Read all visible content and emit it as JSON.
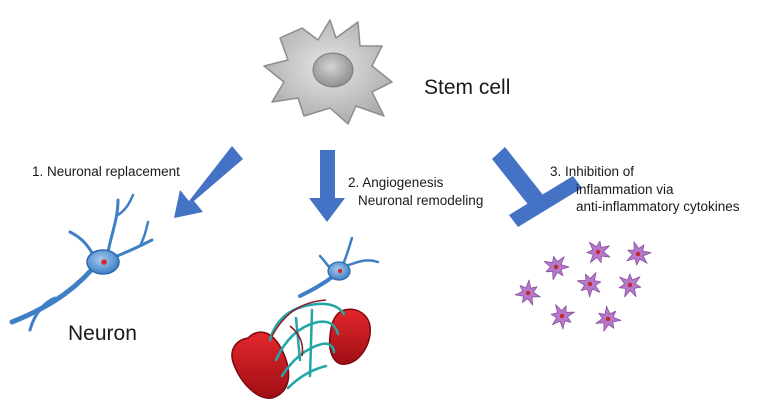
{
  "stem_cell": {
    "label": "Stem cell"
  },
  "pathways": [
    {
      "label": "1. Neuronal replacement"
    },
    {
      "label_line1": "2. Angiogenesis",
      "label_line2": "Neuronal remodeling"
    },
    {
      "label_line1": "3. Inhibition of",
      "label_line2": "inflammation via",
      "label_line3": "anti-inflammatory cytokines"
    }
  ],
  "neuron": {
    "label": "Neuron"
  },
  "colors": {
    "arrow": "#4472c4",
    "stem_cell": "#c9c9c9",
    "neuron": "#3f7fc6",
    "vessel": "#c8161d",
    "capillary": "#22a6a6",
    "cytokine_cell": "#b678c9"
  }
}
